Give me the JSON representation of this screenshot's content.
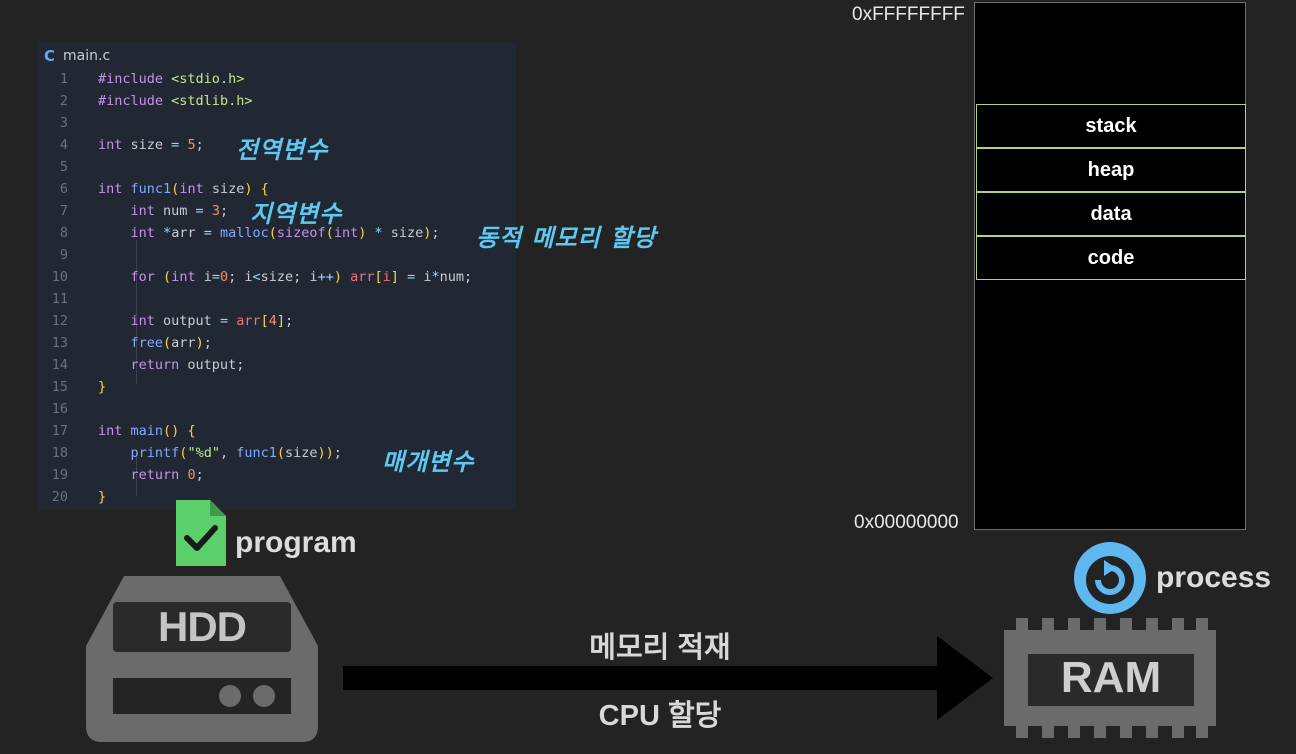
{
  "editor": {
    "filename": "main.c",
    "file_icon_label": "C",
    "line_numbers": [
      "1",
      "2",
      "3",
      "4",
      "5",
      "6",
      "7",
      "8",
      "9",
      "10",
      "11",
      "12",
      "13",
      "14",
      "15",
      "16",
      "17",
      "18",
      "19",
      "20"
    ]
  },
  "annotations": {
    "global_var": "전역변수",
    "local_var": "지역변수",
    "dynamic_alloc": "동적 메모리 할당",
    "param_var": "매개변수"
  },
  "program": {
    "label": "program",
    "icon": "file-check-icon"
  },
  "hdd": {
    "label": "HDD",
    "icon": "hard-drive-icon"
  },
  "arrow": {
    "top_label": "메모리 적재",
    "bottom_label": "CPU 할당"
  },
  "memory": {
    "top_address": "0xFFFFFFFF",
    "bottom_address": "0x00000000",
    "segments": [
      "stack",
      "heap",
      "data",
      "code"
    ]
  },
  "process": {
    "label": "process",
    "icon": "refresh-icon"
  },
  "ram": {
    "label": "RAM",
    "icon": "memory-chip-icon"
  },
  "colors": {
    "background": "#232323",
    "editor_bg": "#212733",
    "annotation": "#5fc8f0",
    "segment_border": "#b6d27e",
    "program_icon": "#5bd06a",
    "process_icon": "#5fb8f0"
  }
}
